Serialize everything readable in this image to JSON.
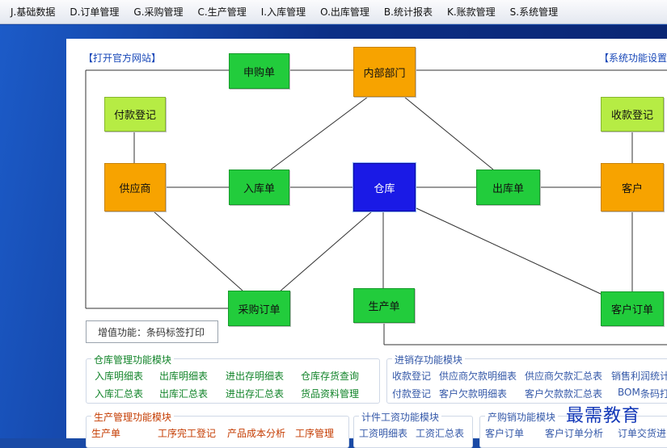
{
  "menu": [
    {
      "label": "J.基础数据"
    },
    {
      "label": "D.订单管理"
    },
    {
      "label": "G.采购管理"
    },
    {
      "label": "C.生产管理"
    },
    {
      "label": "I.入库管理"
    },
    {
      "label": "O.出库管理"
    },
    {
      "label": "B.统计报表"
    },
    {
      "label": "K.账款管理"
    },
    {
      "label": "S.系统管理"
    }
  ],
  "links": {
    "official_site": "【打开官方网站】",
    "system_settings": "【系统功能设置"
  },
  "nodes": {
    "purchase_request": "申购单",
    "internal_dept": "内部部门",
    "payment_register": "付款登记",
    "receipt_register": "收款登记",
    "supplier": "供应商",
    "inbound_order": "入库单",
    "warehouse": "仓库",
    "outbound_order": "出库单",
    "customer": "客户",
    "purchase_order": "采购订单",
    "production_order": "生产单",
    "customer_order": "客户订单"
  },
  "value_added": "增值功能：条码标签打印",
  "modules": {
    "warehouse": {
      "title": "仓库管理功能模块",
      "items": [
        "入库明细表",
        "出库明细表",
        "进出存明细表",
        "仓库存货查询",
        "入库汇总表",
        "出库汇总表",
        "进出存汇总表",
        "货品资料管理"
      ]
    },
    "psi": {
      "title": "进销存功能模块",
      "items": [
        "收款登记",
        "供应商欠款明细表",
        "供应商欠款汇总表",
        "销售利润统计",
        "付款登记",
        "客户欠款明细表",
        "客户欠款款汇总表",
        "BOM",
        "条码打"
      ]
    },
    "production": {
      "title": "生产管理功能模块",
      "items": [
        "生产单",
        "工序完工登记",
        "产品成本分析",
        "工序管理"
      ]
    },
    "piecework": {
      "title": "计件工资功能模块",
      "items": [
        "工资明细表",
        "工资汇总表"
      ]
    },
    "sales": {
      "title": "产购销功能模块",
      "items": [
        "客户订单",
        "客户订单分析",
        "订单交货进"
      ]
    }
  },
  "watermark": "最需教育",
  "colors": {
    "node_green": "#22cc3c",
    "node_orange": "#f7a300",
    "node_lime": "#b6ec44",
    "node_blue": "#1a1ae6",
    "link_blue": "#1747b8",
    "module_green": "#12842a",
    "module_blue": "#3458a8",
    "module_red": "#c43b00"
  }
}
